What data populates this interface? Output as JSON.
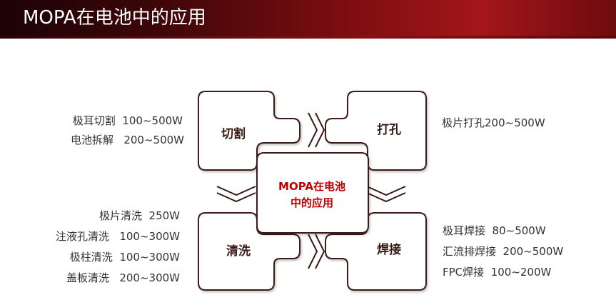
{
  "header": {
    "title": "MOPA在电池中的应用"
  },
  "center": {
    "line1": "MOPA在电池",
    "line2": "中的应用"
  },
  "quadrants": {
    "top_left": {
      "title": "切割",
      "items": [
        "极耳切割  100~500W",
        "电池拆解   200~500W"
      ]
    },
    "top_right": {
      "title": "打孔",
      "items": [
        "极片打孔200~500W"
      ]
    },
    "bottom_left": {
      "title": "清洗",
      "items": [
        "极片清洗  250W",
        "注液孔清洗   100~300W",
        "极柱清洗  100~300W",
        "盖板清洗   200~300W"
      ]
    },
    "bottom_right": {
      "title": "焊接",
      "items": [
        "极耳焊接  80~500W",
        "汇流排焊接  200~500W",
        "FPC焊接  100~200W"
      ]
    }
  },
  "colors": {
    "header_dark": "#1c0305",
    "header_red": "#a3161a",
    "outline": "#3a1a17",
    "center_text": "#c00000",
    "box_text": "#3a1a17",
    "label_text": "#333333"
  }
}
